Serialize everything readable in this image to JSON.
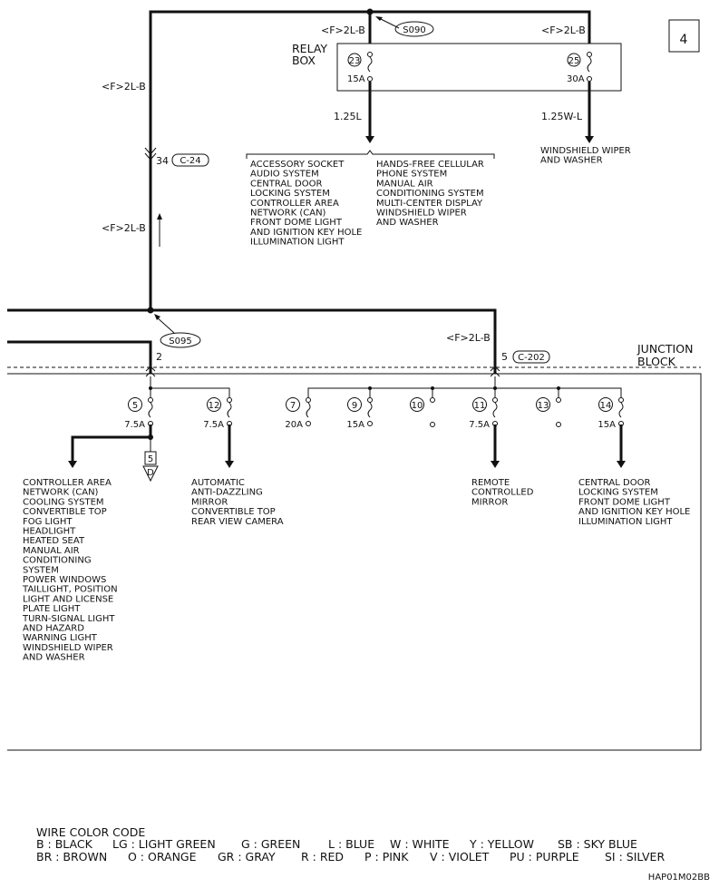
{
  "page_number": "4",
  "relay_box": {
    "label_line1": "RELAY",
    "label_line2": "BOX",
    "fuse_23": {
      "number": "23",
      "rating": "15A"
    },
    "fuse_25": {
      "number": "25",
      "rating": "30A"
    }
  },
  "connectors": {
    "top_left_ground": "<F>2L-B",
    "top_relay_left": "<F>2L-B",
    "top_relay_right": "<F>2L-B",
    "vertical_mid": "<F>2L-B",
    "c24_pin": "34",
    "c24_id": "C-24",
    "s090": "S090",
    "s095": "S095",
    "jb_pin_left": "2",
    "jb_pin_right": "5",
    "c202_id": "C-202",
    "right_mid": "<F>2L-B"
  },
  "wires": {
    "relay_out_23": "1.25L",
    "relay_out_25": "1.25W-L"
  },
  "relay_23_loads_left": [
    "ACCESSORY SOCKET",
    "AUDIO SYSTEM",
    "CENTRAL DOOR",
    "LOCKING SYSTEM",
    "CONTROLLER AREA",
    "NETWORK (CAN)",
    "FRONT DOME LIGHT",
    "AND IGNITION KEY HOLE",
    "ILLUMINATION LIGHT"
  ],
  "relay_23_loads_right": [
    "HANDS-FREE CELLULAR",
    "PHONE SYSTEM",
    "MANUAL AIR",
    "CONDITIONING SYSTEM",
    "MULTI-CENTER DISPLAY",
    "WINDSHIELD WIPER",
    "AND WASHER"
  ],
  "relay_25_load": [
    "WINDSHIELD WIPER",
    "AND WASHER"
  ],
  "junction_block": {
    "label_line1": "JUNCTION",
    "label_line2": "BLOCK",
    "fuses": [
      {
        "number": "5",
        "rating": "7.5A"
      },
      {
        "number": "12",
        "rating": "7.5A"
      },
      {
        "number": "7",
        "rating": "20A"
      },
      {
        "number": "9",
        "rating": "15A"
      },
      {
        "number": "10",
        "rating": ""
      },
      {
        "number": "11",
        "rating": "7.5A"
      },
      {
        "number": "13",
        "rating": ""
      },
      {
        "number": "14",
        "rating": "15A"
      }
    ],
    "ref_box": "5",
    "ref_letter": "D"
  },
  "fuse_5_loads": [
    "CONTROLLER AREA",
    "NETWORK (CAN)",
    "COOLING SYSTEM",
    "CONVERTIBLE TOP",
    "FOG LIGHT",
    "HEADLIGHT",
    "HEATED SEAT",
    "MANUAL AIR",
    "CONDITIONING",
    "SYSTEM",
    "POWER WINDOWS",
    "TAILLIGHT, POSITION",
    "LIGHT AND LICENSE",
    "PLATE LIGHT",
    "TURN-SIGNAL LIGHT",
    "AND HAZARD",
    "WARNING LIGHT",
    "WINDSHIELD WIPER",
    "AND WASHER"
  ],
  "fuse_12_loads": [
    "AUTOMATIC",
    "ANTI-DAZZLING",
    "MIRROR",
    "CONVERTIBLE TOP",
    "REAR VIEW CAMERA"
  ],
  "fuse_11_loads": [
    "REMOTE",
    "CONTROLLED",
    "MIRROR"
  ],
  "fuse_14_loads": [
    "CENTRAL DOOR",
    "LOCKING SYSTEM",
    "FRONT DOME LIGHT",
    "AND IGNITION KEY HOLE",
    "ILLUMINATION LIGHT"
  ],
  "wire_color_code": {
    "title": "WIRE COLOR CODE",
    "row1": [
      "B : BLACK",
      "LG : LIGHT GREEN",
      "G : GREEN",
      "L : BLUE",
      "W : WHITE",
      "Y : YELLOW",
      "SB : SKY BLUE"
    ],
    "row2": [
      "BR : BROWN",
      "O : ORANGE",
      "GR : GRAY",
      "R : RED",
      "P : PINK",
      "V : VIOLET",
      "PU : PURPLE",
      "SI : SILVER"
    ]
  },
  "figure_id": "HAP01M02BB"
}
